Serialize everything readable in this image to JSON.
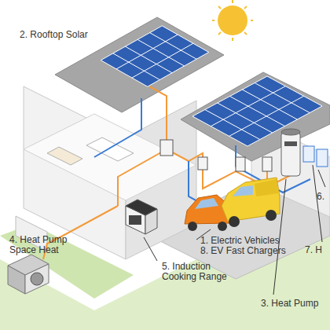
{
  "diagram": {
    "labels": [
      "2. Rooftop Solar",
      "1. Electric Vehicles",
      "8. EV Fast Chargers",
      "4. Heat Pump Space Heat",
      "5. Induction Cooking Range",
      "3. Heat Pump",
      "6.",
      "7. H"
    ]
  }
}
